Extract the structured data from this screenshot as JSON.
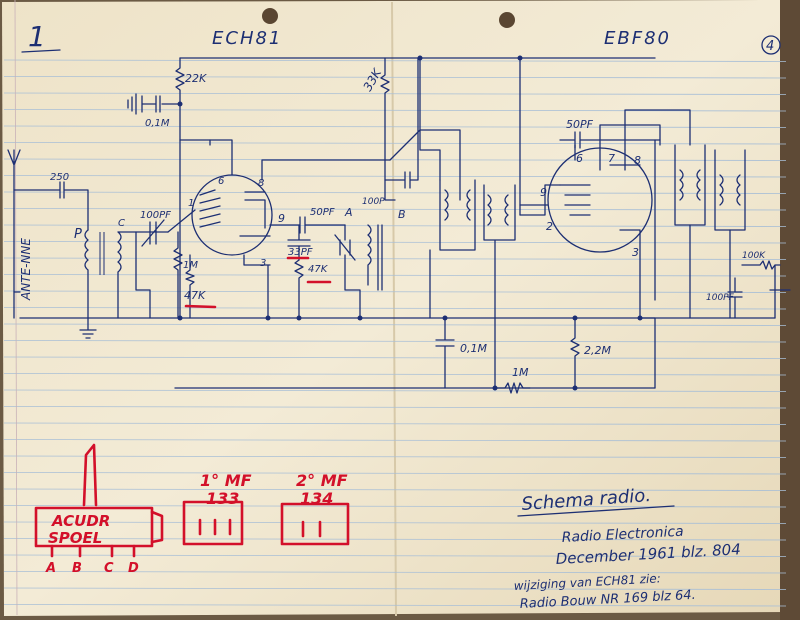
{
  "page": {
    "page_number": "1",
    "page_number_right": "4"
  },
  "tubes": {
    "left": "ECH81",
    "right": "EBF80"
  },
  "left_stage": {
    "antenna_label": "ANTE-NNE",
    "cap_antenna": "250",
    "coil_p": "P",
    "coil_c": "C",
    "trimmer": "100PF",
    "res_top": "22K",
    "cap_top": "0,1M",
    "res_grid": "1M",
    "res_cathode": "47K",
    "pin_6": "6",
    "pin_8": "8",
    "pin_9": "9",
    "pin_3": "3",
    "pin_1": "1"
  },
  "mid_stage": {
    "cap_50pf": "50PF",
    "cap_33pf": "33PF",
    "res_47k": "47K",
    "res_33k": "33K",
    "coil_a": "A",
    "coil_b": "B",
    "cap_top_right": "100P"
  },
  "right_stage": {
    "cap_50pf": "50PF",
    "pin_6": "6",
    "pin_7": "7",
    "pin_8": "8",
    "pin_9": "9",
    "pin_3": "3",
    "pin_2": "2",
    "cap_100pf": "100PF",
    "res_100k": "100K",
    "cap_bottom": "0,1M",
    "res_bottom": "2,2M",
    "res_1m": "1M"
  },
  "red_notes": {
    "box_label_line1": "ACUDR",
    "box_label_line2": "SPOEL",
    "pins": [
      "A",
      "B",
      "C",
      "D"
    ],
    "coil1_title": "1° MF",
    "coil1_number": "133",
    "coil2_title": "2° MF",
    "coil2_number": "134"
  },
  "signature": {
    "title": "Schema radio.",
    "line1": "Radio Electronica",
    "line2": "December 1961 blz. 804",
    "line3": "wijziging van ECH81 zie:",
    "line4": "Radio Bouw NR 169 blz 64."
  },
  "colors": {
    "ink_blue": "#1d2f73",
    "ink_red": "#d3102a",
    "paper": "#efe6cf",
    "rule_blue": "#a9bfd6"
  }
}
